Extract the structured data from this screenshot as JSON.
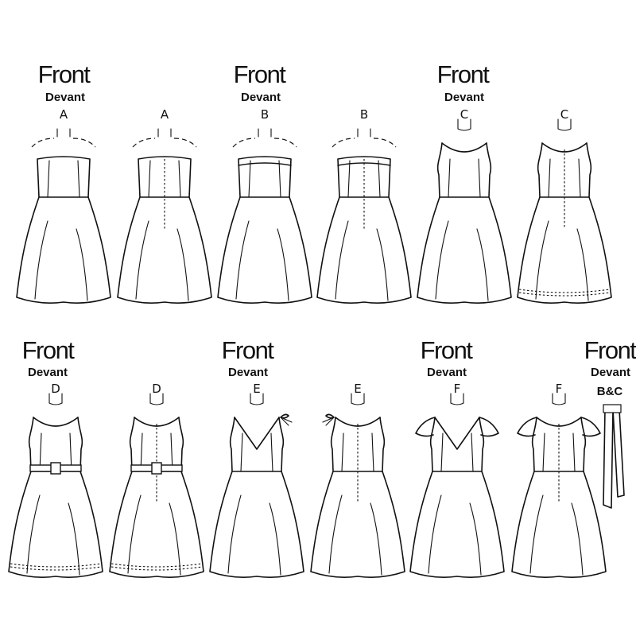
{
  "headings": {
    "front": "Front",
    "devant": "Devant"
  },
  "garments": [
    {
      "id": "a-front",
      "view_label": "A",
      "style": "strapless",
      "back": false,
      "hem_band": false,
      "waist_band": false
    },
    {
      "id": "a-back",
      "view_label": "A",
      "style": "strapless",
      "back": true,
      "hem_band": false,
      "waist_band": false
    },
    {
      "id": "b-front",
      "view_label": "B",
      "style": "strapless-band",
      "back": false,
      "hem_band": false,
      "waist_band": false
    },
    {
      "id": "b-back",
      "view_label": "B",
      "style": "strapless-band",
      "back": true,
      "hem_band": false,
      "waist_band": false
    },
    {
      "id": "c-front",
      "view_label": "C",
      "style": "sleeveless-scoop",
      "back": false,
      "hem_band": false,
      "waist_band": false
    },
    {
      "id": "c-back",
      "view_label": "C",
      "style": "sleeveless-scoop",
      "back": true,
      "hem_band": true,
      "waist_band": false
    },
    {
      "id": "d-front",
      "view_label": "D",
      "style": "sleeveless-scoop",
      "back": false,
      "hem_band": true,
      "waist_band": true
    },
    {
      "id": "d-back",
      "view_label": "D",
      "style": "sleeveless-scoop",
      "back": true,
      "hem_band": true,
      "waist_band": true
    },
    {
      "id": "e-front",
      "view_label": "E",
      "style": "v-neck-tie",
      "back": false,
      "hem_band": false,
      "waist_band": false
    },
    {
      "id": "e-back",
      "view_label": "E",
      "style": "tie-shoulder",
      "back": true,
      "hem_band": false,
      "waist_band": false
    },
    {
      "id": "f-front",
      "view_label": "F",
      "style": "cap-sleeve-v",
      "back": false,
      "hem_band": false,
      "waist_band": false
    },
    {
      "id": "f-back",
      "view_label": "F",
      "style": "cap-sleeve-scoop",
      "back": true,
      "hem_band": false,
      "waist_band": false
    }
  ],
  "sash": {
    "view_label": "B&C"
  }
}
